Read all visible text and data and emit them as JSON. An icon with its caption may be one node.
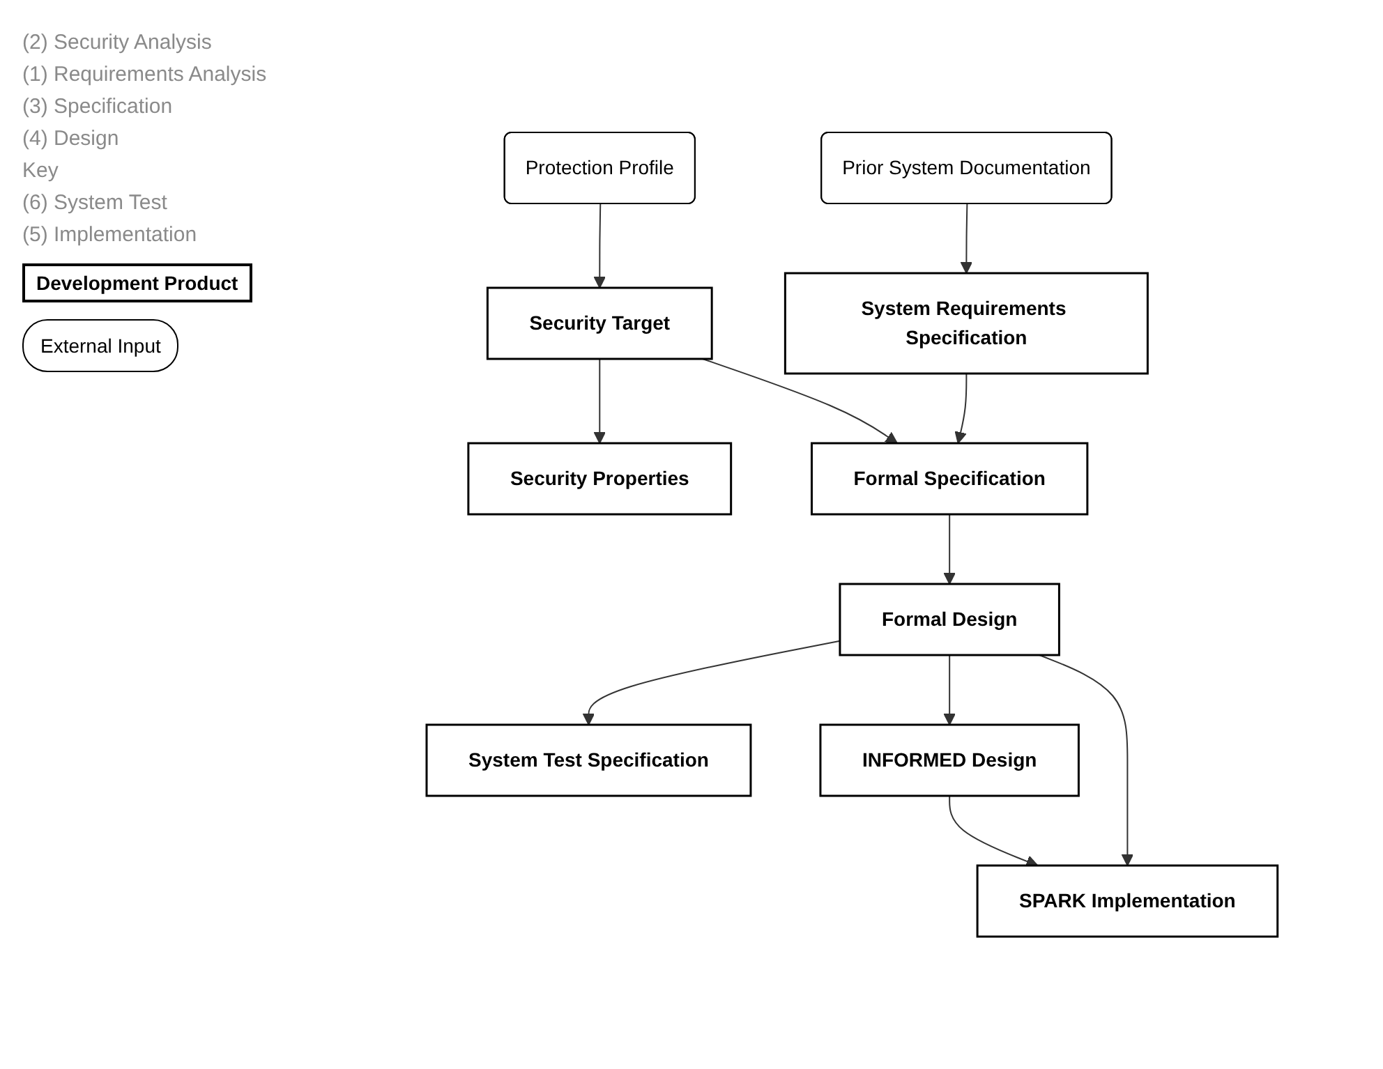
{
  "diagram": {
    "nodes": [
      {
        "text": [
          "Protection Profile"
        ]
      },
      {
        "text": [
          "Prior System Documentation"
        ]
      },
      {
        "text": [
          "Security Target"
        ]
      },
      {
        "text": [
          "System Requirements Specification"
        ]
      },
      {
        "text": [
          "Security Properties"
        ]
      },
      {
        "text": [
          "Formal Specification"
        ]
      },
      {
        "text": [
          "Formal Design"
        ]
      },
      {
        "text": [
          "System Test Specification"
        ]
      },
      {
        "text": [
          "INFORMED Design"
        ]
      },
      {
        "text": [
          "SPARK Implementation"
        ]
      }
    ],
    "edges": [
      {
        "from": 0,
        "to": 2,
        "arrow": "to"
      },
      {
        "from": 1,
        "to": 3,
        "arrow": "to"
      },
      {
        "from": 2,
        "to": 4,
        "arrow": "to"
      },
      {
        "from": 2,
        "to": 5,
        "arrow": "to"
      },
      {
        "from": 3,
        "to": 5,
        "arrow": "to"
      },
      {
        "from": 5,
        "to": 6,
        "arrow": "to"
      },
      {
        "from": 6,
        "to": 7,
        "arrow": "to"
      },
      {
        "from": 6,
        "to": 8,
        "arrow": "to"
      },
      {
        "from": 8,
        "to": 9,
        "arrow": "to"
      },
      {
        "from": 6,
        "to": 9,
        "arrow": "to"
      }
    ],
    "labels": [
      "(2) Security Analysis",
      "(1) Requirements Analysis",
      "(3) Specification",
      "(4) Design",
      "Key",
      "(6) System Test",
      "(5) Implementation"
    ],
    "legend": [
      {
        "text": "Development Product"
      },
      {
        "text": "External Input"
      }
    ]
  }
}
